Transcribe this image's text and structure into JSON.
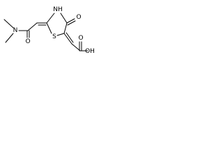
{
  "molecule": {
    "atom_labels": {
      "n_dimethyl": "N",
      "amide_o": "O",
      "ring_nh": "NH",
      "ring_s": "S",
      "ring_o": "O",
      "acid_o": "O",
      "acid_oh": "OH"
    }
  }
}
